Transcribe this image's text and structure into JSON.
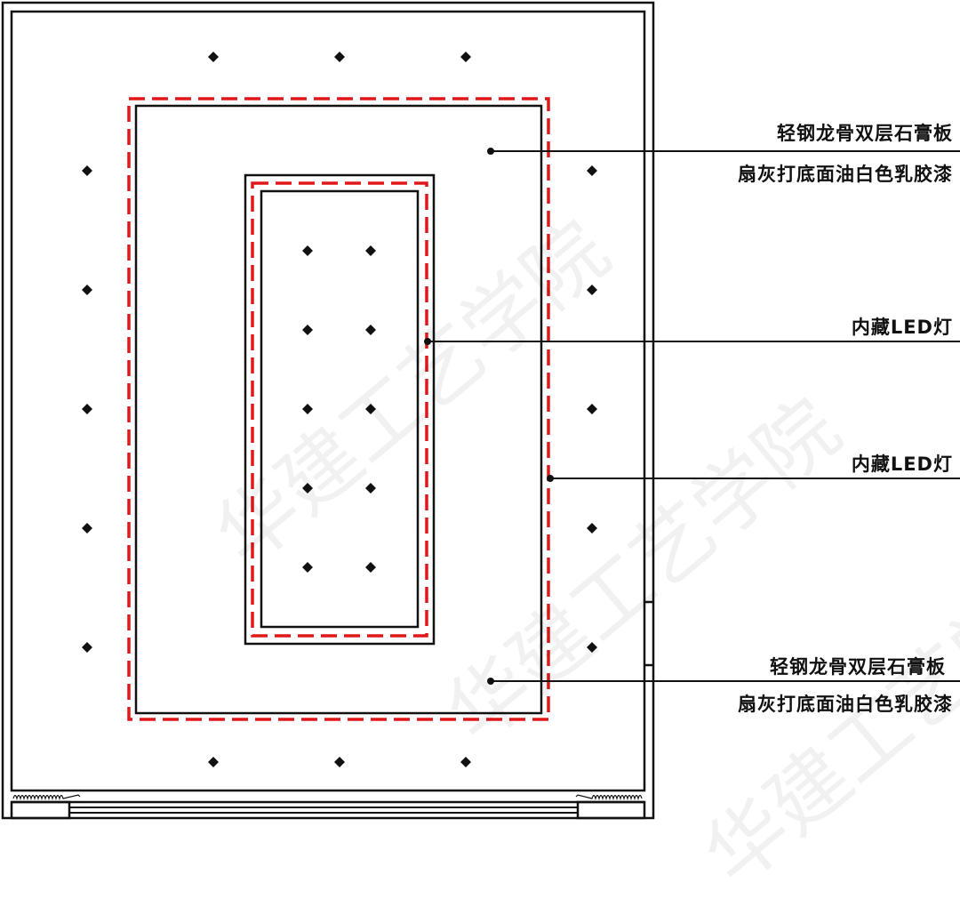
{
  "drawing": {
    "title": "Ceiling plan with double-layer gypsum board and concealed LED",
    "colors": {
      "line": "#111111",
      "led_dashed": "#e01818",
      "background": "#ffffff"
    },
    "spotlight_symbol": "diamond-downlight"
  },
  "annotations": [
    {
      "id": "gypsum-top",
      "line1": "轻钢龙骨双层石膏板",
      "line2": "扇灰打底面油白色乳胶漆"
    },
    {
      "id": "led-inner",
      "line1": "内藏LED灯"
    },
    {
      "id": "led-outer",
      "line1": "内藏LED灯"
    },
    {
      "id": "gypsum-bottom",
      "line1": "轻钢龙骨双层石膏板",
      "line2": "扇灰打底面油白色乳胶漆"
    }
  ],
  "watermark": "华建工艺学院"
}
